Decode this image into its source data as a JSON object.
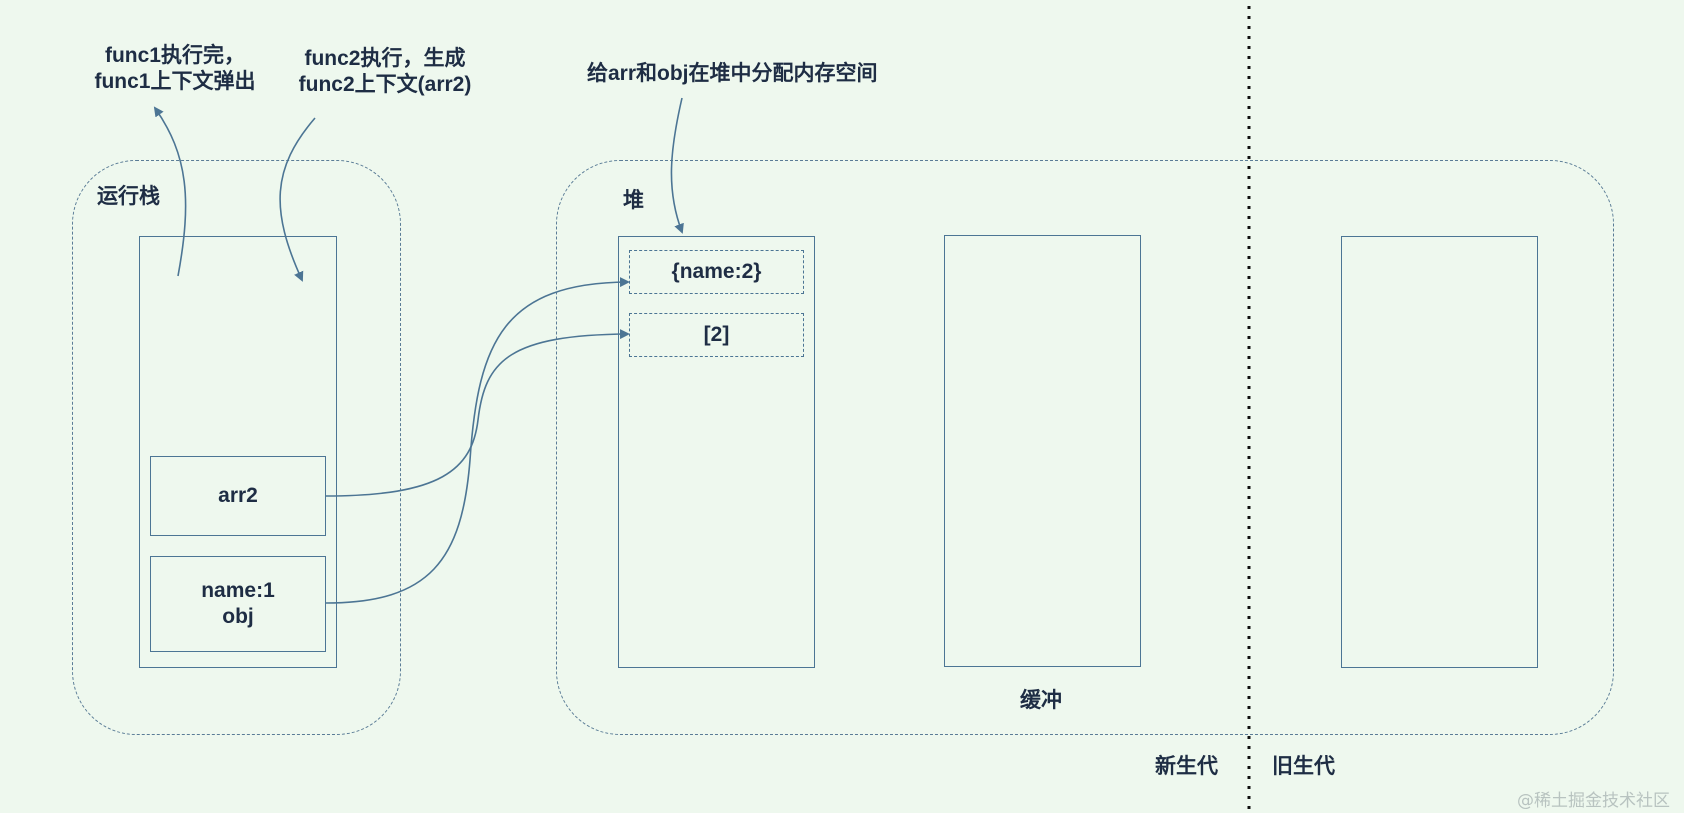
{
  "annotations": {
    "func1_popped": [
      "func1执行完，",
      "func1上下文弹出"
    ],
    "func2_created": [
      "func2执行，生成",
      "func2上下文(arr2)"
    ],
    "heap_alloc": "给arr和obj在堆中分配内存空间"
  },
  "stack": {
    "title": "运行栈",
    "frames": [
      {
        "lines": [
          "arr2"
        ]
      },
      {
        "lines": [
          "name:1",
          "obj"
        ]
      }
    ]
  },
  "heap": {
    "title": "堆",
    "objects": [
      "{name:2}",
      "[2]"
    ],
    "buffer_label": "缓冲"
  },
  "generations": {
    "new": "新生代",
    "old": "旧生代"
  },
  "watermark": "@稀土掘金技术社区",
  "colors": {
    "background": "#eef8ee",
    "stroke": "#4c7594",
    "text": "#1e2d44"
  }
}
